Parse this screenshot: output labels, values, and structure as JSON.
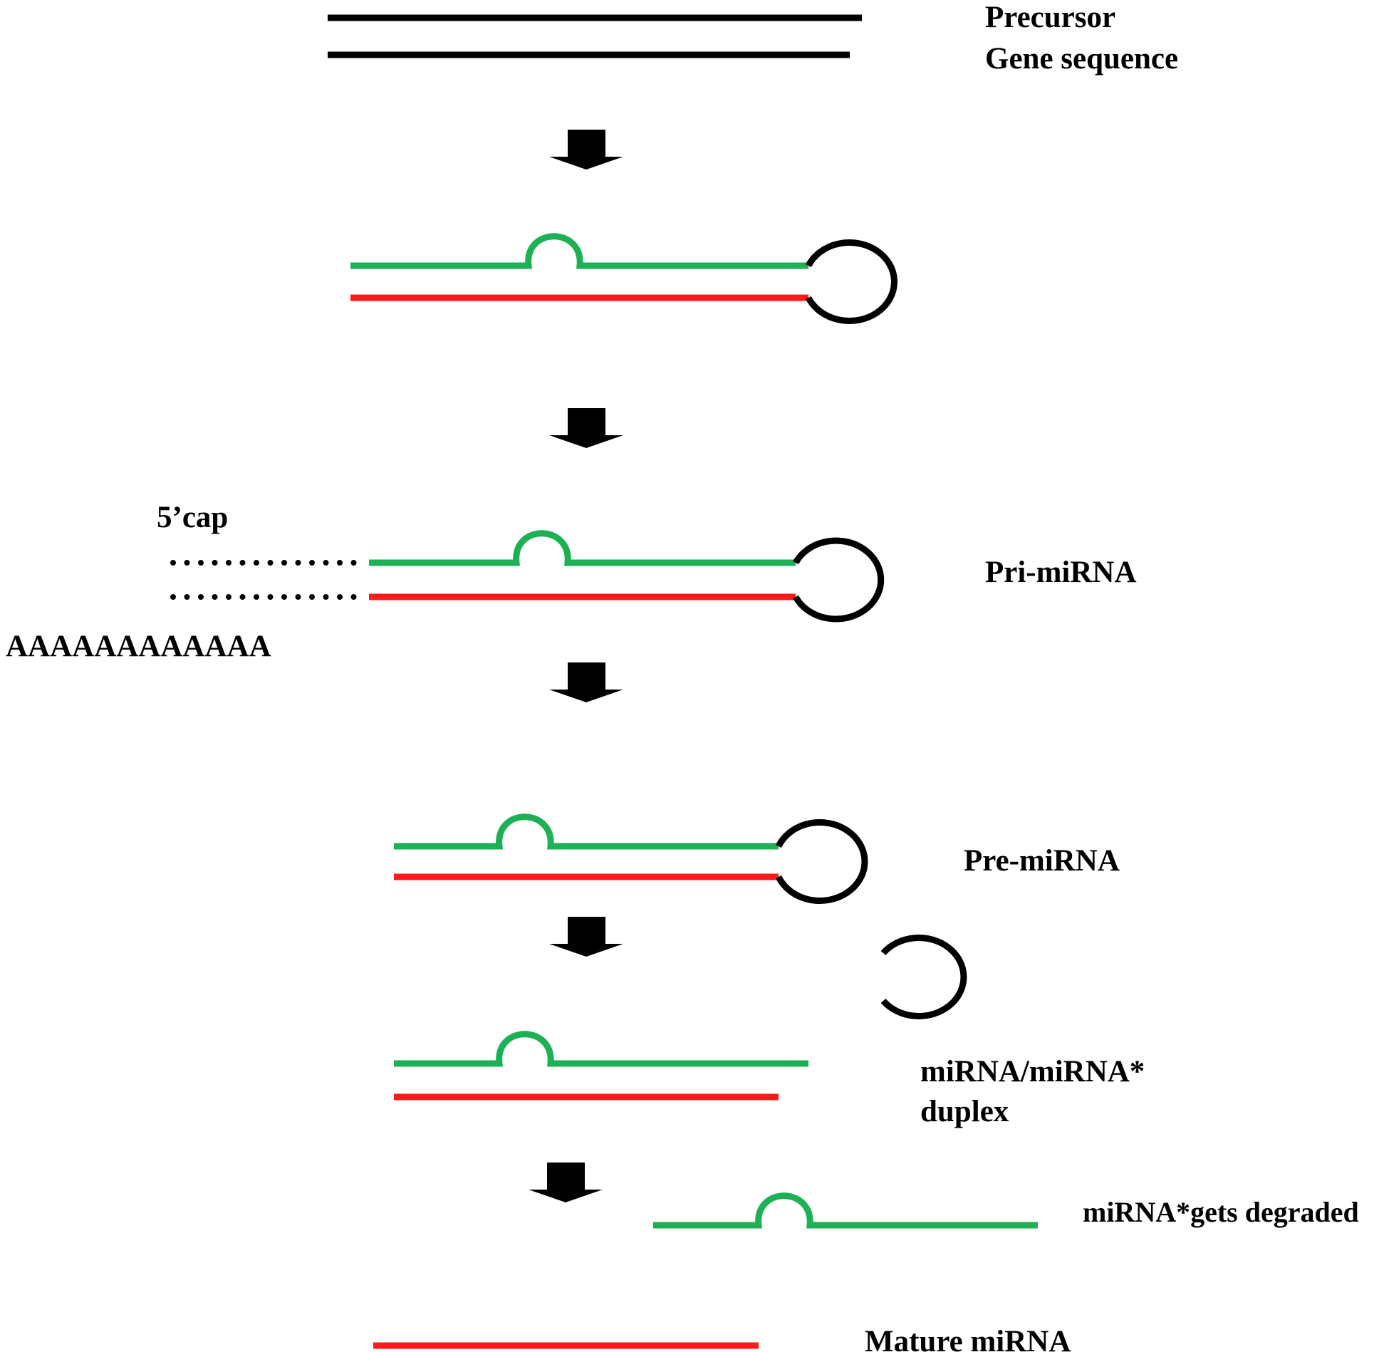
{
  "colors": {
    "green": "#1db055",
    "red": "#ff1a1a",
    "black": "#000000",
    "background": "#ffffff"
  },
  "labels": {
    "precursor": "Precursor",
    "gene_sequence": "Gene sequence",
    "five_cap": "5’cap",
    "poly_a": "AAAAAAAAAAAA",
    "pri_mirna": "Pri-miRNA",
    "pre_mirna": "Pre-miRNA",
    "duplex_line1": "miRNA/miRNA*",
    "duplex_line2": "duplex",
    "degraded": "miRNA*gets degraded",
    "mature": "Mature miRNA"
  },
  "icons": {
    "step_arrow": "down-arrow-icon",
    "hairpin_loop": "loop-icon"
  }
}
